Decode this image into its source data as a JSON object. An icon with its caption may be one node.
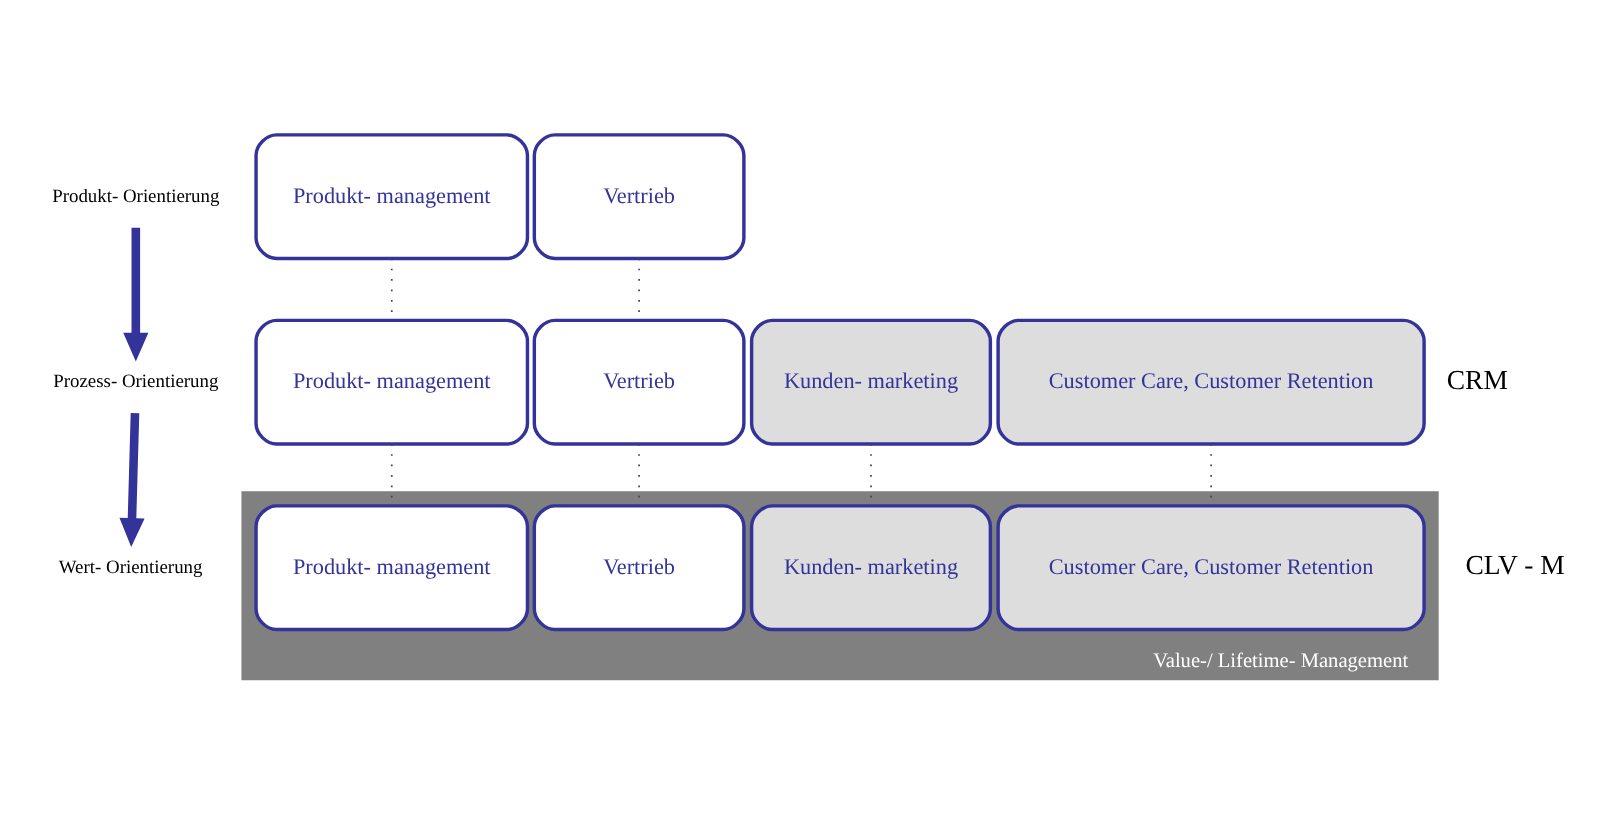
{
  "diagram": {
    "nodes": [
      {
        "text": [
          "Produkt- Orientierung"
        ]
      },
      {
        "text": [
          "Produkt- management"
        ]
      },
      {
        "text": [
          "Vertrieb"
        ]
      },
      {
        "text": [
          "Prozess- Orientierung"
        ]
      },
      {
        "text": [
          "Produkt- management"
        ]
      },
      {
        "text": [
          "Vertrieb"
        ]
      },
      {
        "text": [
          "Kunden- marketing"
        ]
      },
      {
        "text": [
          "Customer Care, Customer Retention"
        ]
      },
      {
        "text": [
          "Wert- Orientierung"
        ]
      },
      {
        "text": [
          "Value-/ Lifetime- Management"
        ]
      },
      {
        "text": [
          "Produkt- management"
        ],
        "in": 9
      },
      {
        "text": [
          "Vertrieb"
        ],
        "in": 9
      },
      {
        "text": [
          "Kunden- marketing"
        ],
        "in": 9
      },
      {
        "text": [
          "Customer Care, Customer Retention"
        ],
        "in": 9
      }
    ],
    "edges": [
      {
        "from": 0,
        "to": 3,
        "arrow": "to",
        "style": "thick"
      },
      {
        "from": 3,
        "to": 8,
        "arrow": "to",
        "style": "thick"
      },
      {
        "from": 1,
        "to": 4,
        "arrow": "none",
        "style": "dashed"
      },
      {
        "from": 2,
        "to": 5,
        "arrow": "none",
        "style": "dashed"
      },
      {
        "from": 4,
        "to": 10,
        "arrow": "none",
        "style": "dashed"
      },
      {
        "from": 5,
        "to": 11,
        "arrow": "none",
        "style": "dashed"
      },
      {
        "from": 6,
        "to": 12,
        "arrow": "none",
        "style": "dashed"
      },
      {
        "from": 7,
        "to": 13,
        "arrow": "none",
        "style": "dashed"
      }
    ],
    "labels": [
      "CRM",
      "CLV - M"
    ]
  }
}
